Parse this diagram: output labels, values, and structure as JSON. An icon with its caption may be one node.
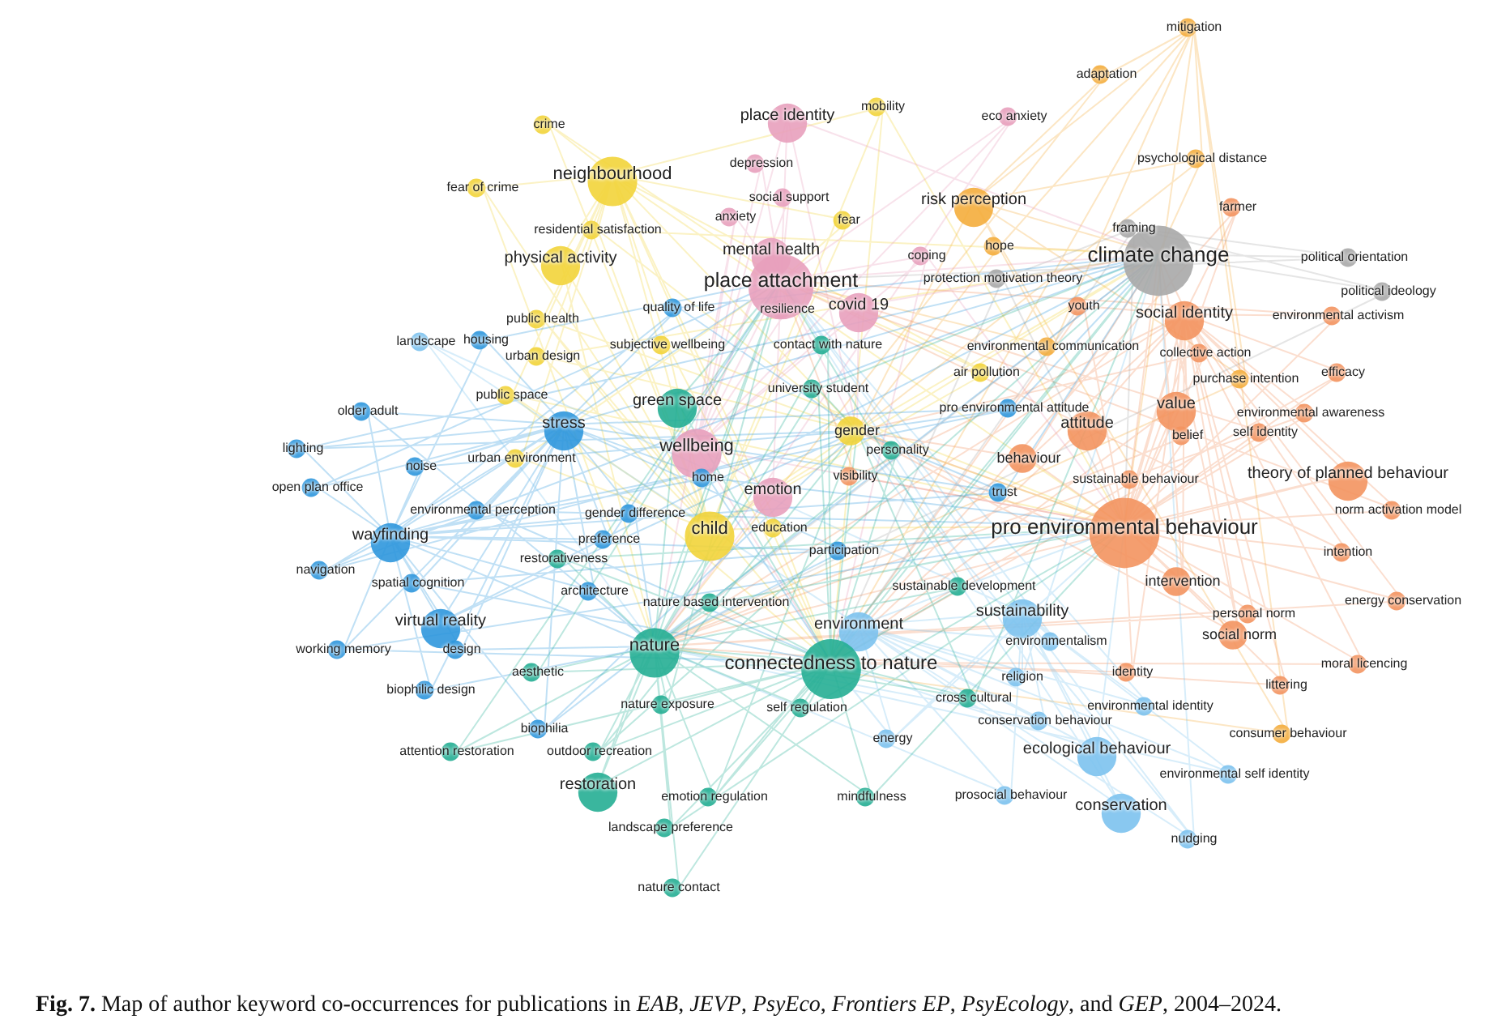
{
  "diagram": {
    "caption": "**Fig. 7.** Map of author keyword co-occurrences for publications in *EAB*, *JEVP*, *PsyEco*, *Frontiers EP*, *PsyEcology*, and *GEP*, 2004–2024.",
    "labels": [
      "mitigation",
      "adaptation",
      "crime",
      "place identity",
      "mobility",
      "eco anxiety",
      "depression",
      "psychological distance",
      "neighbourhood",
      "fear of crime",
      "social support",
      "risk perception",
      "farmer",
      "anxiety",
      "fear",
      "residential satisfaction",
      "framing",
      "physical activity",
      "mental health",
      "hope",
      "coping",
      "climate change",
      "political orientation",
      "place attachment",
      "protection motivation theory",
      "political ideology",
      "resilience",
      "covid 19",
      "youth",
      "social identity",
      "environmental activism",
      "quality of life",
      "public health",
      "landscape",
      "housing",
      "urban design",
      "subjective wellbeing",
      "contact with nature",
      "environmental communication",
      "collective action",
      "efficacy",
      "purchase intention",
      "air pollution",
      "university student",
      "public space",
      "older adult",
      "green space",
      "pro environmental attitude",
      "value",
      "environmental awareness",
      "stress",
      "gender",
      "attitude",
      "belief",
      "self identity",
      "lighting",
      "wellbeing",
      "personality",
      "urban environment",
      "noise",
      "home",
      "emotion",
      "visibility",
      "behaviour",
      "sustainable behaviour",
      "theory of planned behaviour",
      "open plan office",
      "trust",
      "environmental perception",
      "gender difference",
      "norm activation model",
      "child",
      "education",
      "wayfinding",
      "preference",
      "pro environmental behaviour",
      "restorativeness",
      "participation",
      "intention",
      "navigation",
      "spatial cognition",
      "architecture",
      "sustainable development",
      "intervention",
      "nature based intervention",
      "energy conservation",
      "sustainability",
      "virtual reality",
      "environment",
      "personal norm",
      "nature",
      "social norm",
      "working memory",
      "design",
      "environmentalism",
      "connectedness to nature",
      "moral licencing",
      "biophilic design",
      "aesthetic",
      "religion",
      "identity",
      "littering",
      "nature exposure",
      "cross cultural",
      "self regulation",
      "conservation behaviour",
      "environmental identity",
      "biophilia",
      "energy",
      "consumer behaviour",
      "attention restoration",
      "outdoor recreation",
      "ecological behaviour",
      "environmental self identity",
      "restoration",
      "emotion regulation",
      "mindfulness",
      "prosocial behaviour",
      "conservation",
      "nudging",
      "landscape preference",
      "nature contact"
    ]
  }
}
